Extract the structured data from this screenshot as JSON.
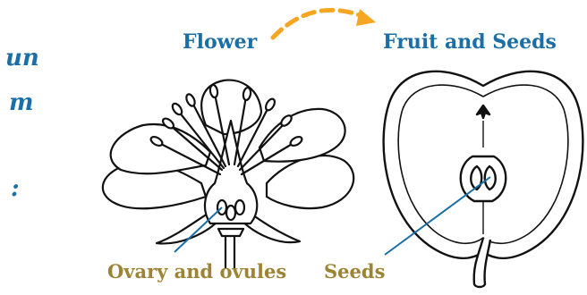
{
  "labels": {
    "flower": "Flower",
    "fruit_seeds": "Fruit and Seeds",
    "ovary_ovules": "Ovary and ovules",
    "seeds": "Seeds"
  },
  "cut_off_text": [
    "un",
    "m",
    ":"
  ],
  "colors": {
    "label_blue": "#1b6ea6",
    "label_gold": "#9c8434",
    "arrow_orange": "#f5a623",
    "pointer_line": "#1b6ea6",
    "ink": "#111111"
  },
  "icons": [
    "flower-illustration",
    "apple-cross-section-illustration",
    "curved-dashed-arrow"
  ]
}
